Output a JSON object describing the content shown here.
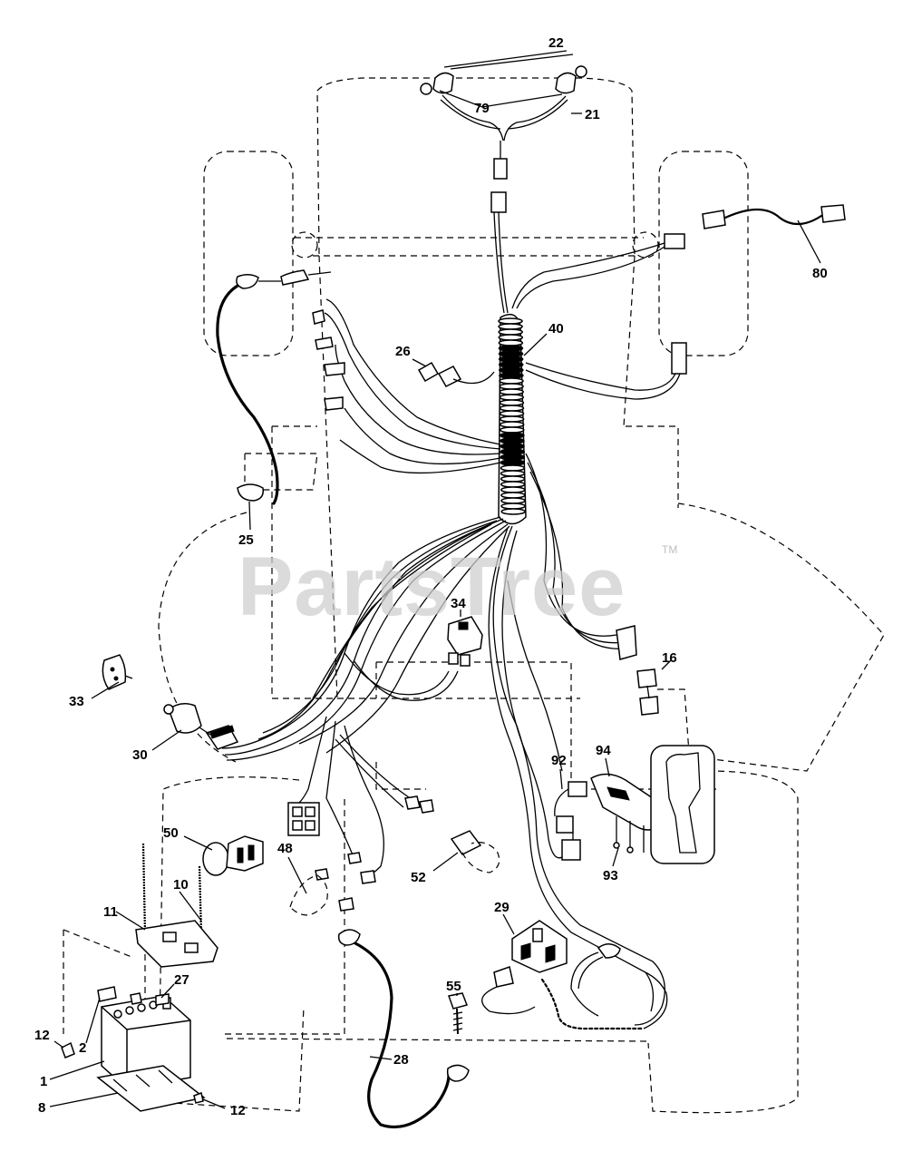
{
  "watermark": {
    "text": "PartsTree",
    "trademark": "TM"
  },
  "callouts": {
    "c22": "22",
    "c79": "79",
    "c21": "21",
    "c80": "80",
    "c40": "40",
    "c26": "26",
    "c25": "25",
    "c34": "34",
    "c16": "16",
    "c33": "33",
    "c30": "30",
    "c92": "92",
    "c94": "94",
    "c50": "50",
    "c10": "10",
    "c48": "48",
    "c52": "52",
    "c93": "93",
    "c11": "11",
    "c29": "29",
    "c27": "27",
    "c55": "55",
    "c12a": "12",
    "c2": "2",
    "c1": "1",
    "c8": "8",
    "c12b": "12",
    "c28": "28"
  }
}
